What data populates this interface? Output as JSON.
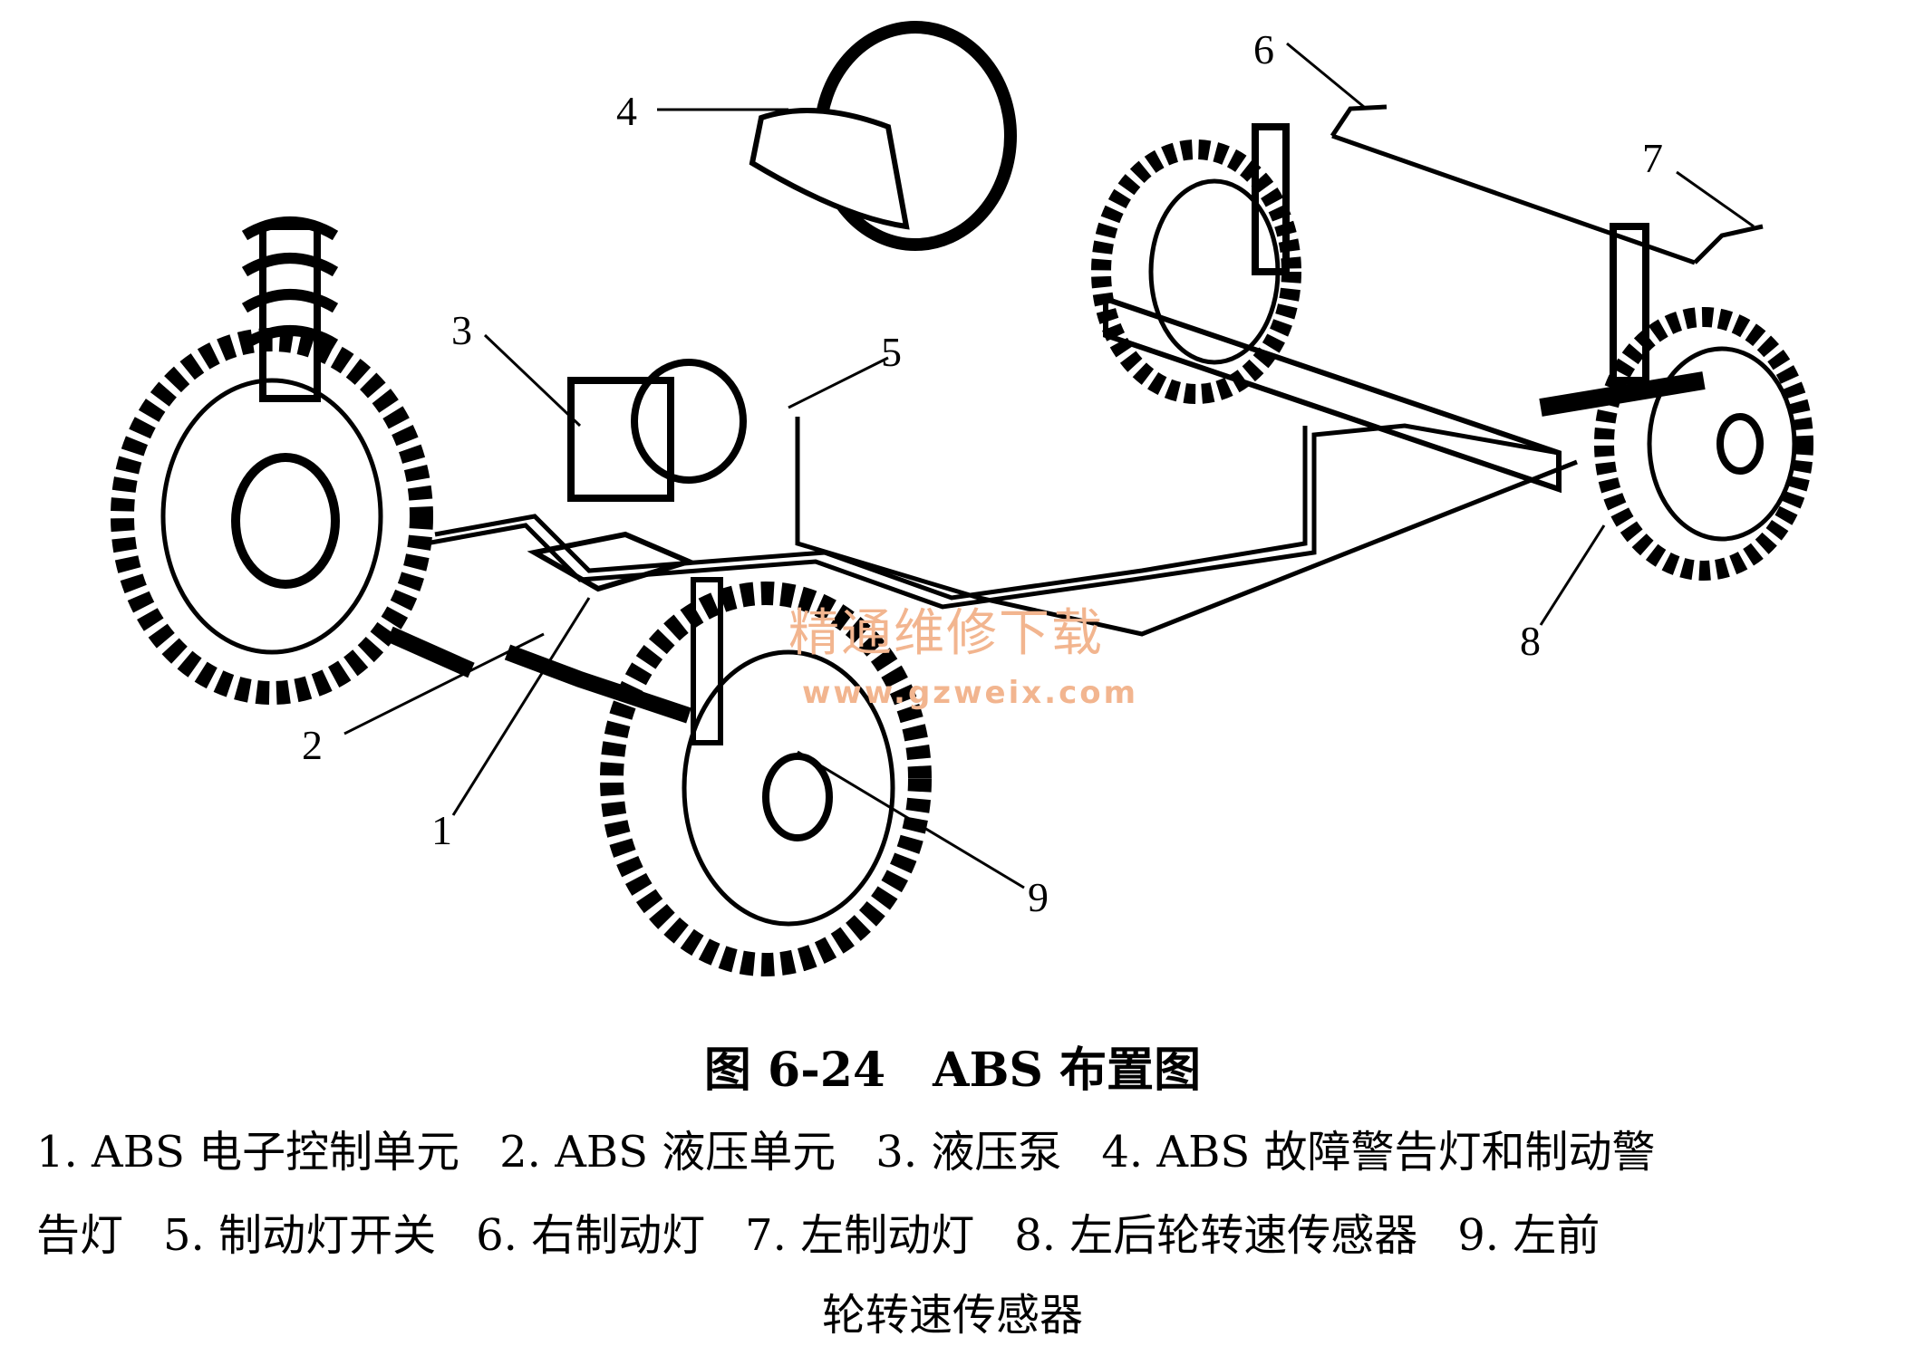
{
  "callouts": [
    "1",
    "2",
    "3",
    "4",
    "5",
    "6",
    "7",
    "8",
    "9"
  ],
  "watermark": {
    "text": "精通维修下载",
    "url": "www.gzweix.com"
  },
  "caption": {
    "title": "图 6-24　ABS 布置图"
  },
  "legend": [
    "1. ABS 电子控制单元",
    "2. ABS 液压单元",
    "3. 液压泵",
    "4. ABS 故障警告灯和制动警",
    "告灯",
    "5. 制动灯开关",
    "6. 右制动灯",
    "7. 左制动灯",
    "8. 左后轮转速传感器",
    "9. 左前",
    "轮转速传感器"
  ]
}
